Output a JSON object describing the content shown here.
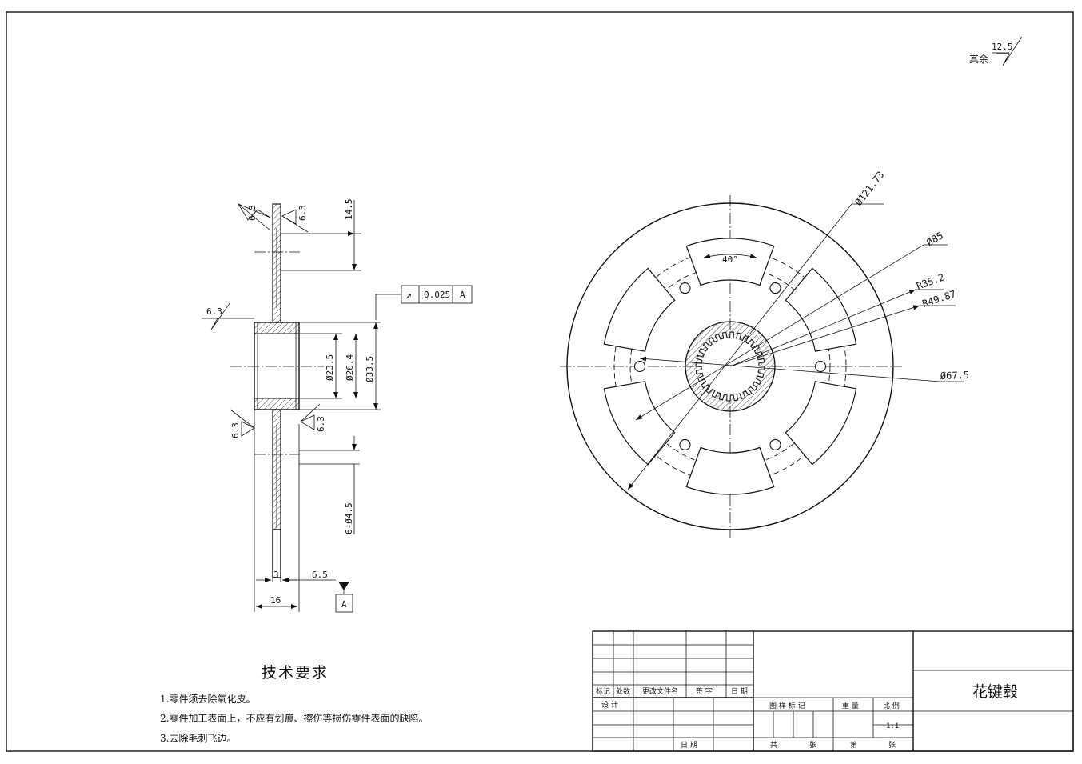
{
  "roughness": {
    "prefix": "其余",
    "value": "12.5"
  },
  "side_view": {
    "roughness_labels": [
      "6.3",
      "6.3",
      "6.3",
      "6.3",
      "6.3"
    ],
    "dims": {
      "width_14_5": "14.5",
      "d23_5": "Ø23.5",
      "d26_4": "Ø26.4",
      "d33_5": "Ø33.5",
      "holes": "6-Ø4.5",
      "w3": "3",
      "w6_5": "6.5",
      "w16": "16"
    },
    "tolerance": {
      "symbol": "↗",
      "value": "0.025",
      "datum": "A"
    },
    "datum_label": "A"
  },
  "front_view": {
    "dims": {
      "d121": "Ø121.73",
      "d85": "Ø85",
      "r35": "R35.2",
      "r49": "R49.87",
      "d67": "Ø67.5",
      "angle": "40°"
    }
  },
  "tech_requirements": {
    "title": "技术要求",
    "items": [
      "1.零件须去除氧化皮。",
      "2.零件加工表面上，不应有划痕、擦伤等损伤零件表面的缺陷。",
      "3.去除毛刺飞边。"
    ]
  },
  "title_block": {
    "part_name": "花键毂",
    "rev_headers": [
      "标记",
      "处数",
      "更改文件名",
      "签 字",
      "日 期"
    ],
    "design": "设 计",
    "date": "日 期",
    "drawing_mark": "图 样 标 记",
    "weight": "重 量",
    "scale_label": "比 例",
    "scale_value": "1:1",
    "total": "共",
    "sheets": "张",
    "page": "第",
    "sheets2": "张"
  }
}
